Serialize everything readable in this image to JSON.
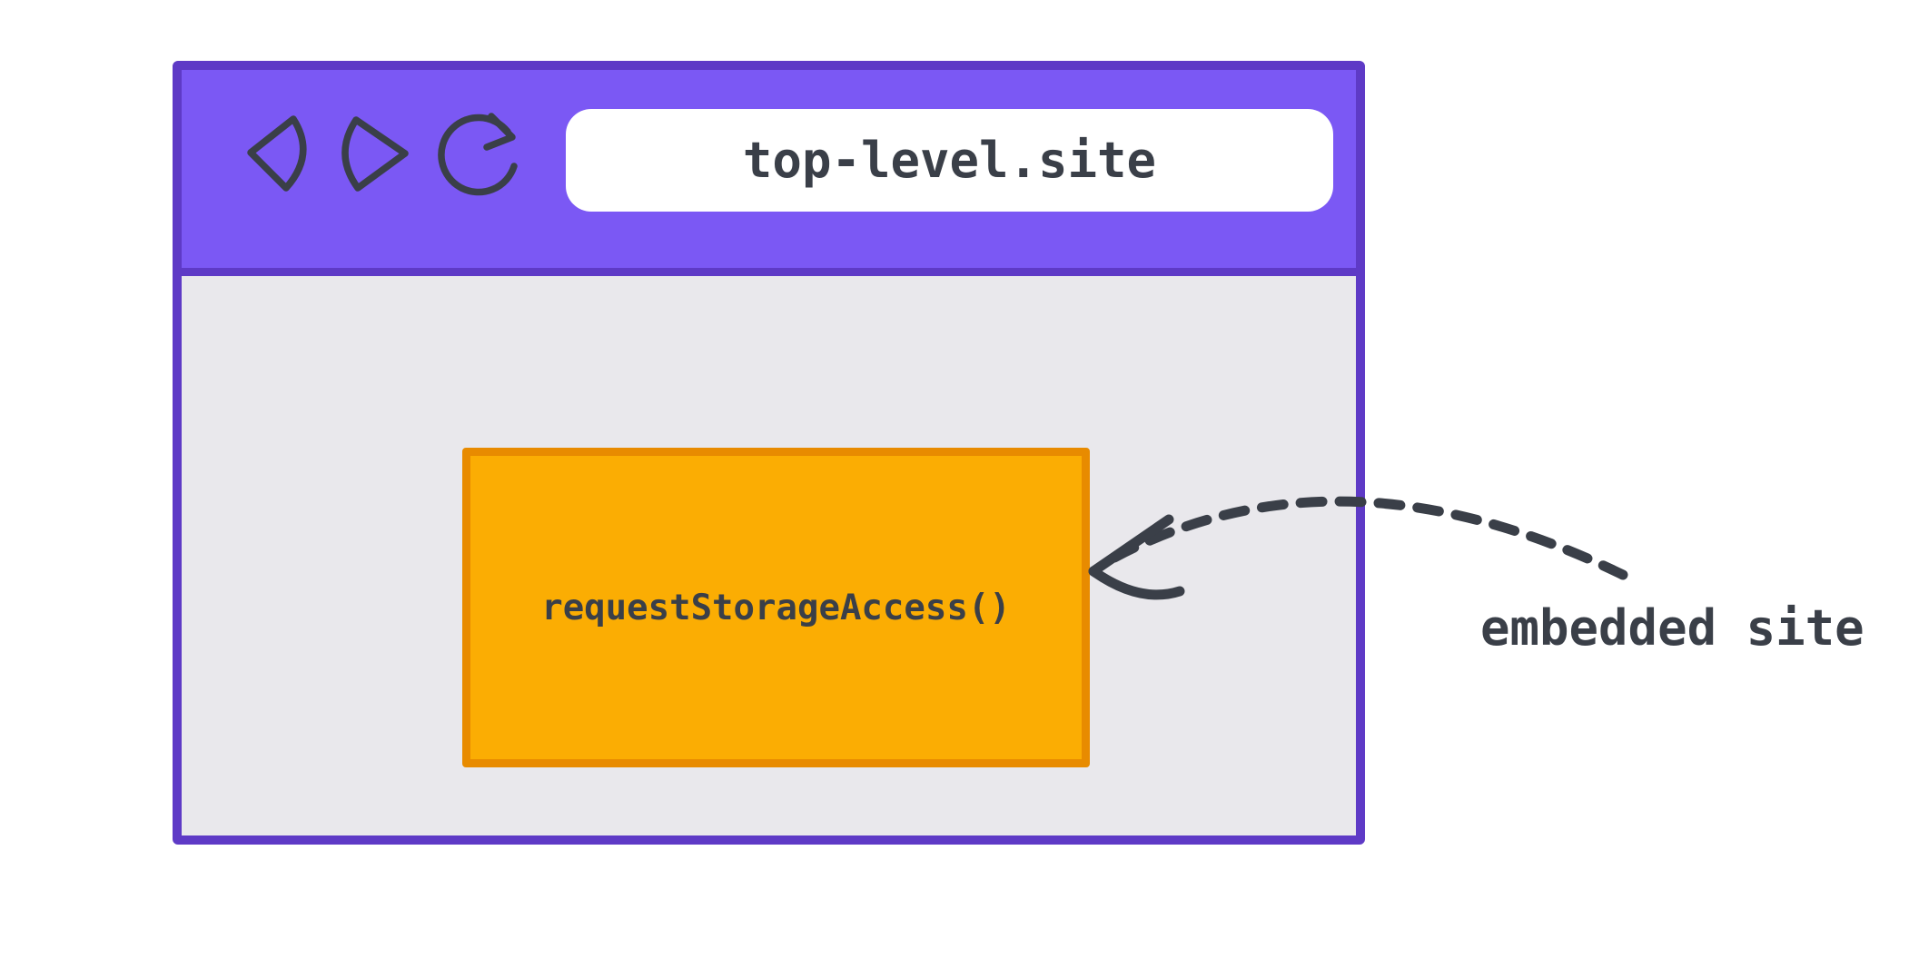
{
  "browser_window": {
    "toolbar": {
      "icons": [
        {
          "name": "back-icon",
          "glyph": "◁"
        },
        {
          "name": "forward-icon",
          "glyph": "▷"
        },
        {
          "name": "refresh-icon",
          "glyph": "↻"
        }
      ],
      "address_bar": {
        "value": "top-level.site"
      }
    },
    "content": {
      "embedded_frame": {
        "label": "requestStorageAccess()"
      }
    }
  },
  "annotation": {
    "label": "embedded site",
    "arrow": "dashed-curved-arrow-icon pointing from label to embedded frame"
  },
  "colors": {
    "toolbar_purple": "#7b58f4",
    "window_border_purple": "#5e3ac6",
    "content_gray": "#e9e8ec",
    "frame_orange_fill": "#fbad03",
    "frame_orange_border": "#e88b00",
    "ink_dark": "#3a3f48",
    "address_bar_bg": "#ffffff",
    "page_bg": "#ffffff"
  }
}
